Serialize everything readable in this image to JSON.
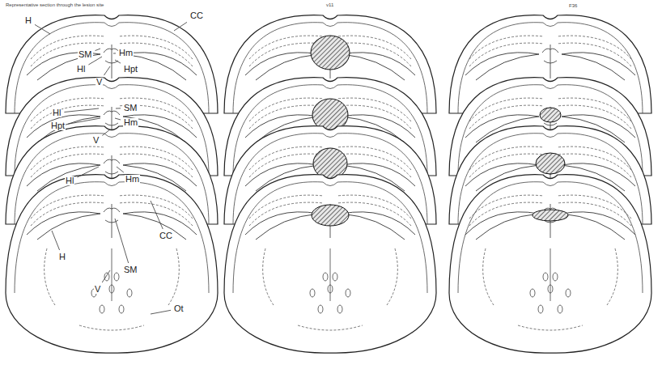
{
  "diagram": {
    "labels": [
      "Representative section through the lesion site",
      "v11",
      "F36",
      "H",
      "CC",
      "SM",
      "Hm",
      "Hl",
      "Hpt",
      "V",
      "Hl",
      "SM",
      "Hpt",
      "Hm",
      "V",
      "Hl",
      "Hm",
      "CC",
      "H",
      "SM",
      "V",
      "Ot"
    ]
  }
}
